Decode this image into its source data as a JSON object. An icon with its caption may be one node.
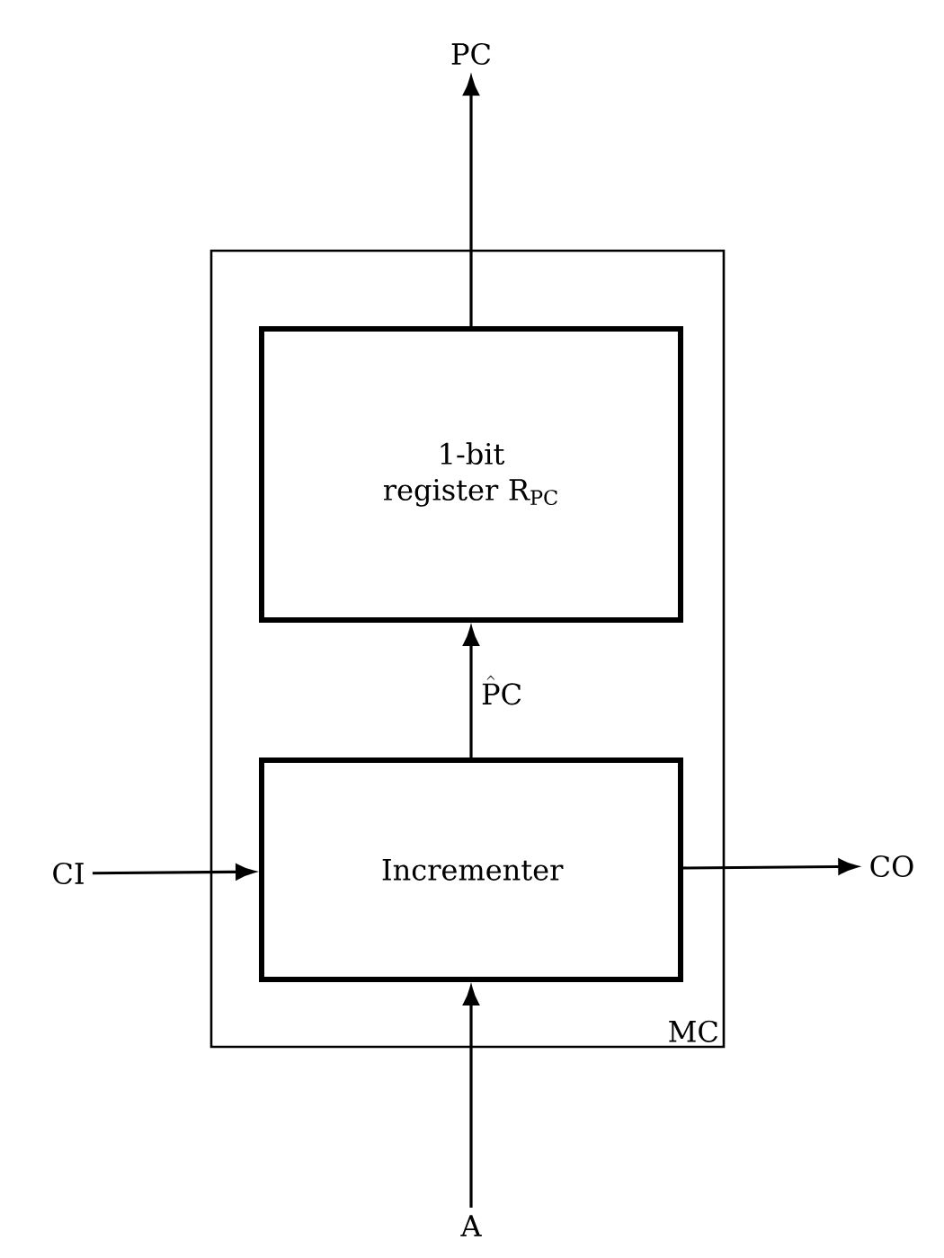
{
  "diagram": {
    "nodes": [
      {
        "text": [
          "MC"
        ]
      },
      {
        "text": [
          "1-bit register R$_{PC}$"
        ],
        "in": 0
      },
      {
        "text": [
          "Incrementer"
        ],
        "in": 0
      },
      {
        "text": [
          "PC"
        ]
      },
      {
        "text": [
          "CI"
        ]
      },
      {
        "text": [
          "CO"
        ]
      },
      {
        "text": [
          "A"
        ]
      }
    ],
    "edges": [
      {
        "from": 1,
        "to": 3,
        "arrow": "to"
      },
      {
        "from": 2,
        "to": 1,
        "arrow": "to",
        "label": "\\hat{\\mathrm{P}}\\mathrm{C}"
      },
      {
        "from": 4,
        "to": 2,
        "arrow": "to"
      },
      {
        "from": 2,
        "to": 5,
        "arrow": "to"
      },
      {
        "from": 6,
        "to": 2,
        "arrow": "to"
      }
    ]
  }
}
